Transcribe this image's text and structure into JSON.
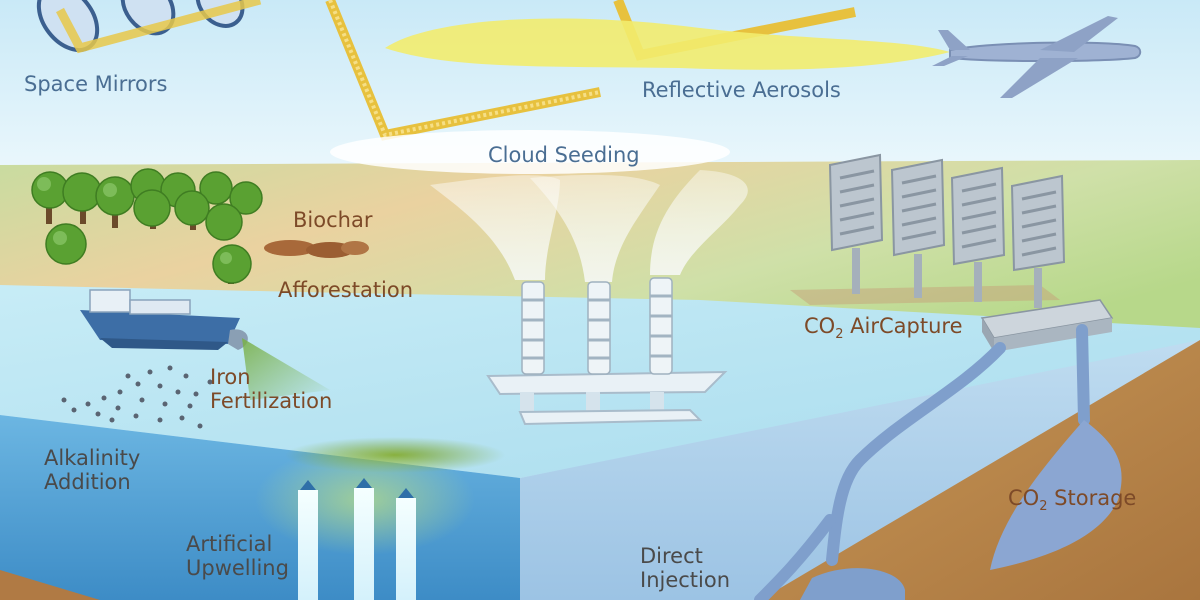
{
  "labels": {
    "space_mirrors": "Space Mirrors",
    "reflective_aerosols": "Reflective Aerosols",
    "cloud_seeding": "Cloud Seeding",
    "biochar": "Biochar",
    "afforestation": "Afforestation",
    "co2_aircapture_prefix": "CO",
    "co2_aircapture_sub": "2",
    "co2_aircapture_suffix": " AirCapture",
    "iron_line1": "Iron",
    "iron_line2": "Fertilization",
    "alkalinity_line1": "Alkalinity",
    "alkalinity_line2": "Addition",
    "upwelling_line1": "Artificial",
    "upwelling_line2": "Upwelling",
    "injection_line1": "Direct",
    "injection_line2": "Injection",
    "storage_prefix": "CO",
    "storage_sub": "2",
    "storage_suffix": " Storage"
  },
  "colors": {
    "sky": "#d8f0fa",
    "land": "#e6c98e",
    "grass": "#b9d98a",
    "ocean_top": "#bfe8f3",
    "ocean_front": "#5aa6d8",
    "ground": "#b9834a",
    "pipe": "#7f9fcc",
    "sunbeam": "#e8c84a",
    "aerosol": "#f4ef74",
    "label_blue": "#4a6e93",
    "label_brown": "#7d4a28"
  }
}
